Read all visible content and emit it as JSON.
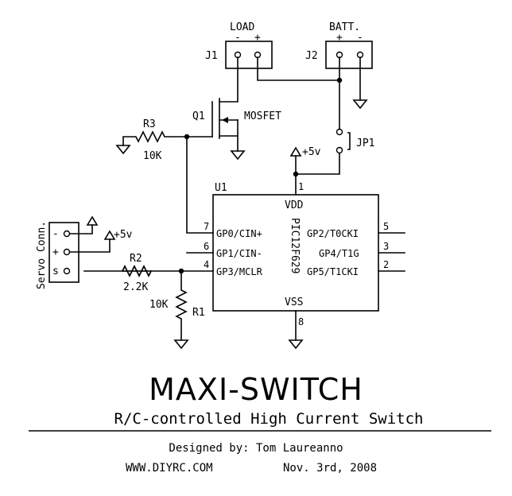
{
  "connectors": {
    "j1": {
      "ref": "J1",
      "name": "LOAD",
      "pins": [
        "-",
        "+"
      ]
    },
    "j2": {
      "ref": "J2",
      "name": "BATT.",
      "pins": [
        "+",
        "-"
      ]
    },
    "servo": {
      "name": "Servo Conn.",
      "pins": [
        "-",
        "+",
        "s"
      ]
    }
  },
  "components": {
    "q1": {
      "ref": "Q1",
      "value": "MOSFET"
    },
    "r1": {
      "ref": "R1",
      "value": "10K"
    },
    "r2": {
      "ref": "R2",
      "value": "2.2K"
    },
    "r3": {
      "ref": "R3",
      "value": "10K"
    },
    "jp1": {
      "ref": "JP1"
    },
    "u1": {
      "ref": "U1",
      "part": "PIC12F629",
      "vdd": "VDD",
      "vss": "VSS",
      "pins": {
        "gp0": {
          "num": "7",
          "name": "GP0/CIN+"
        },
        "gp1": {
          "num": "6",
          "name": "GP1/CIN-"
        },
        "gp3": {
          "num": "4",
          "name": "GP3/MCLR"
        },
        "gp2": {
          "num": "5",
          "name": "GP2/T0CKI"
        },
        "gp4": {
          "num": "3",
          "name": "GP4/T1G"
        },
        "gp5": {
          "num": "2",
          "name": "GP5/T1CKI"
        },
        "vdd": {
          "num": "1"
        },
        "vss": {
          "num": "8"
        }
      }
    }
  },
  "power": {
    "supply_label": "+5v"
  },
  "title": {
    "main": "MAXI-SWITCH",
    "subtitle": "R/C-controlled High Current Switch",
    "designer": "Designed by: Tom Laureanno",
    "website": "WWW.DIYRC.COM",
    "date": "Nov. 3rd, 2008"
  }
}
